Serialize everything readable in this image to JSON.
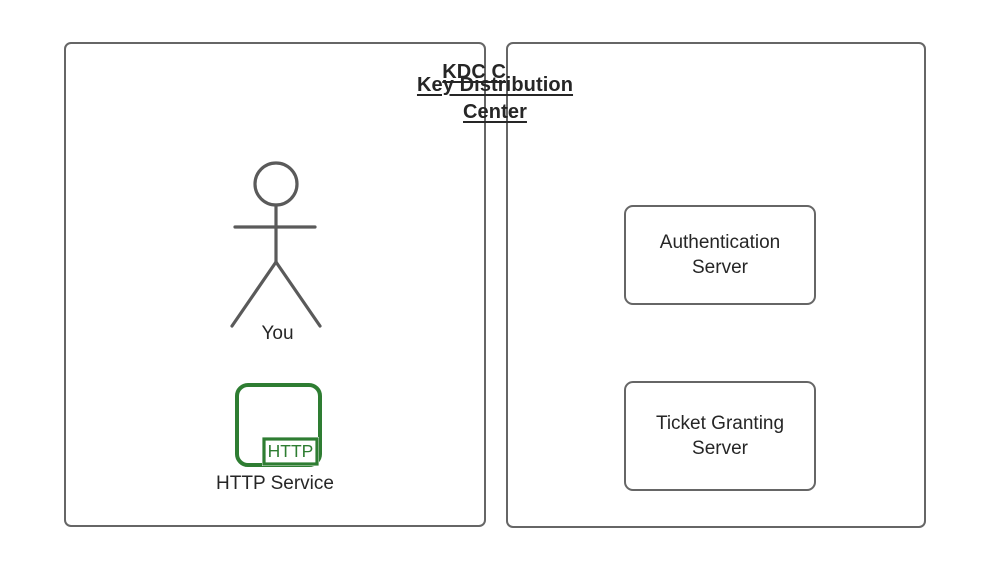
{
  "diagram": {
    "type": "kerberos-kdc-architecture",
    "background_color": "#ffffff",
    "stroke_color": "#666666",
    "text_color": "#262626",
    "accent_color": "#2e7d32",
    "panels": [
      {
        "id": "kdc-client",
        "title_lines": [
          "KDC Client"
        ],
        "nodes": [
          {
            "id": "you",
            "label": "You",
            "icon": "stick-figure-actor-icon"
          },
          {
            "id": "http-service",
            "label": "HTTP Service",
            "icon": "http-service-icon",
            "badge": "HTTP"
          }
        ]
      },
      {
        "id": "key-distribution-center",
        "title_lines": [
          "Key Distribution",
          "Center"
        ],
        "nodes": [
          {
            "id": "authentication-server",
            "label": "Authentication\nServer"
          },
          {
            "id": "ticket-granting-server",
            "label": "Ticket Granting\nServer"
          }
        ]
      }
    ]
  }
}
